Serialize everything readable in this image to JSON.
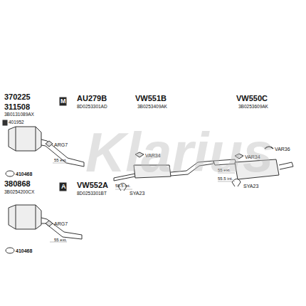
{
  "diagram": {
    "labels": [
      "370225",
      "311508",
      "3B0131089AX",
      "401952",
      "410468",
      "ARG7",
      "55 ext.",
      "AU279B",
      "8D0253301AD",
      "380868",
      "3B0254200CX",
      "410468",
      "ARG7",
      "55 ext.",
      "VW552A",
      "8D0253301BT",
      "VW551B",
      "3B0253409AK",
      "VAR34",
      "55.5 int.",
      "SYA23",
      "VW550C",
      "3B0253609AK",
      "VAR34",
      "VAR36",
      "55 ext.",
      "55.5 int.",
      "SYA23",
      "Klarius",
      "M",
      "A"
    ]
  }
}
